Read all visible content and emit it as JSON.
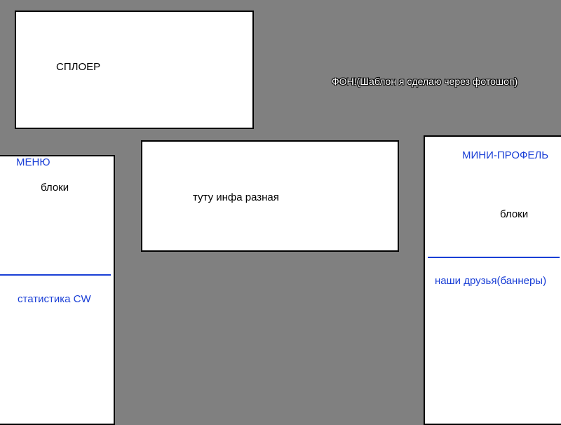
{
  "spoiler": {
    "label": "СПЛОЕР"
  },
  "background_note": {
    "label": "ФОН!(Шаблон я сделаю через фотошоп)"
  },
  "menu": {
    "title": "МЕНЮ",
    "blocks_label": "блоки",
    "stats_label": "статистика CW"
  },
  "content": {
    "label": "туту инфа разная"
  },
  "mini_profile": {
    "title": "МИНИ-ПРОФЕЛЬ",
    "blocks_label": "блоки",
    "friends_label": "наши друзья(баннеры)"
  },
  "colors": {
    "background": "#808080",
    "panel": "#ffffff",
    "border": "#000000",
    "accent_blue": "#1a3fd6"
  }
}
